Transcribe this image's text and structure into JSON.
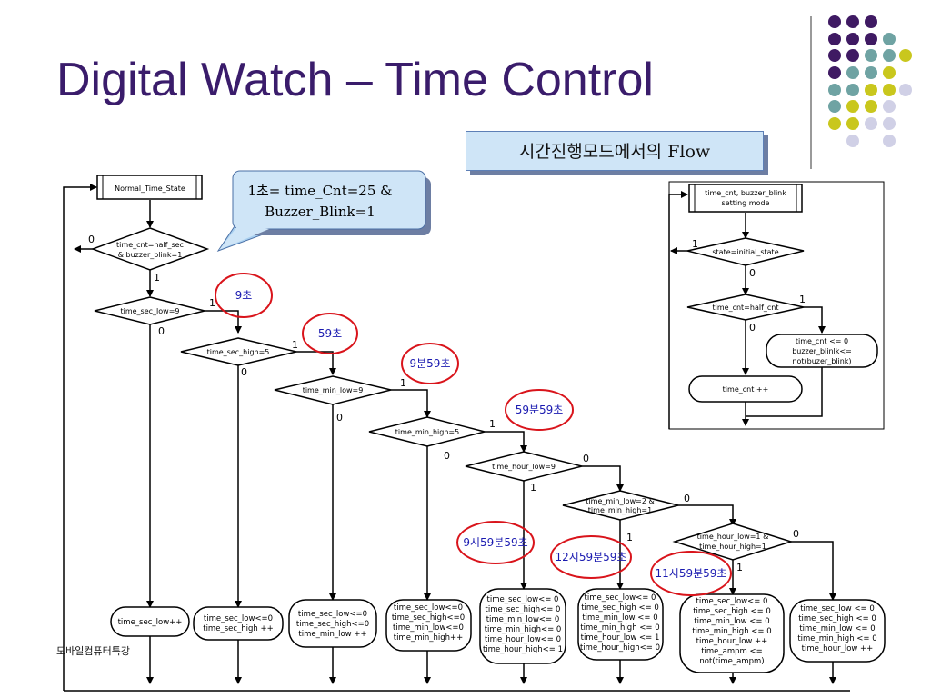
{
  "title": "Digital Watch – Time Control",
  "caption": "시간진행모드에서의 Flow",
  "callout": {
    "line1": "1초= time_Cnt=25 &",
    "line2": "Buzzer_Blink=1"
  },
  "footer": "모바일컴퓨터특강",
  "main_flow": {
    "start": "Normal_Time_State",
    "d1": {
      "l1": "time_cnt=half_sec",
      "l2": "& buzzer_blink=1"
    },
    "d2": "time_sec_low=9",
    "d3": "time_sec_high=5",
    "d4": "time_min_low=9",
    "d5": "time_min_high=5",
    "d6": "time_hour_low=9",
    "d7": {
      "l1": "time_min_low=2 &",
      "l2": "time_min_high=1"
    },
    "d8": {
      "l1": "time_hour_low=1 &",
      "l2": "time_hour_high=1"
    },
    "labels": {
      "zero": "0",
      "one": "1"
    },
    "b1": {
      "l1": "time_sec_low++"
    },
    "b2": {
      "l1": "time_sec_low<=0",
      "l2": "time_sec_high ++"
    },
    "b3": {
      "l1": "time_sec_low<=0",
      "l2": "time_sec_high<=0",
      "l3": "time_min_low ++"
    },
    "b4": {
      "l1": "time_sec_low<=0",
      "l2": "time_sec_high<=0",
      "l3": "time_min_low<=0",
      "l4": "time_min_high++"
    },
    "b5": {
      "l1": "time_sec_low<= 0",
      "l2": "time_sec_high<= 0",
      "l3": "time_min_low<= 0",
      "l4": "time_min_high<= 0",
      "l5": "time_hour_low<= 0",
      "l6": "time_hour_high<= 1"
    },
    "b6": {
      "l1": "time_sec_low<= 0",
      "l2": "time_sec_high <= 0",
      "l3": "time_min_low  <= 0",
      "l4": "time_min_high <= 0",
      "l5": "time_hour_low <= 1",
      "l6": "time_hour_high<= 0"
    },
    "b7": {
      "l1": "time_sec_low<= 0",
      "l2": "time_sec_high <= 0",
      "l3": "time_min_low  <= 0",
      "l4": "time_min_high <= 0",
      "l5": "time_hour_low ++",
      "l6": "time_ampm <=",
      "l7": "not(time_ampm)"
    },
    "b8": {
      "l1": "time_sec_low <= 0",
      "l2": "time_sec_high <= 0",
      "l3": "time_min_low  <= 0",
      "l4": "time_min_high <= 0",
      "l5": "time_hour_low ++"
    }
  },
  "annotations": [
    "9초",
    "59초",
    "9분59초",
    "59분59초",
    "9시59분59초",
    "12시59분59초",
    "11시59분59초"
  ],
  "side_flow": {
    "start": {
      "l1": "time_cnt, buzzer_blink",
      "l2": "setting mode"
    },
    "d1": "state=initial_state",
    "d2": "time_cnt=half_cnt",
    "r1": {
      "l1": "time_cnt <= 0",
      "l2": "buzzer_blinlk<=",
      "l3": "not(buzer_blink)"
    },
    "r2": "time_cnt ++"
  },
  "colors": {
    "title": "#3a1c6b",
    "annotation_circle": "#d9141b",
    "annotation_text": "#1a1ab0",
    "callout_fill": "#cfe5f7",
    "callout_border": "#4a6fa5",
    "dot_purple": "#3f1a63",
    "dot_teal": "#6fa3a3",
    "dot_yellow": "#c9c71d",
    "dot_lavender": "#d0d0e6"
  }
}
